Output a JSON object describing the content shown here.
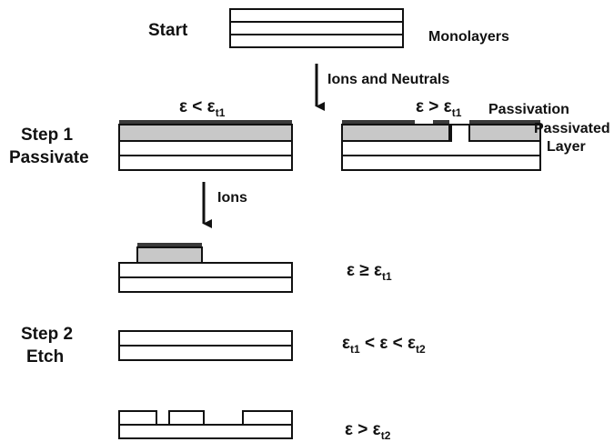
{
  "start_label": "Start",
  "monolayers_label": "Monolayers",
  "ions_and_neutrals_label": "Ions and Neutrals",
  "step1": {
    "title": "Step 1",
    "subtitle": "Passivate",
    "left_eps": {
      "base": "ε < ε",
      "sub": "t1"
    },
    "right_eps": {
      "base": "ε > ε",
      "sub": "t1"
    },
    "passivation_label": "Passivation",
    "passivated_label": "Passivated",
    "layer_label": "Layer"
  },
  "ions_label": "Ions",
  "step2": {
    "title": "Step 2",
    "subtitle": "Etch",
    "cond_a": {
      "base": "ε ≥ ε",
      "sub": "t1"
    },
    "cond_b": {
      "base1": "ε",
      "sub1": "t1",
      "mid": " < ε < ε",
      "sub2": "t2"
    },
    "cond_c": {
      "base": "ε > ε",
      "sub": "t2"
    }
  },
  "colors": {
    "passivated": "#c8c8c8",
    "passivation": "#3a3a3a",
    "line": "#111111"
  }
}
